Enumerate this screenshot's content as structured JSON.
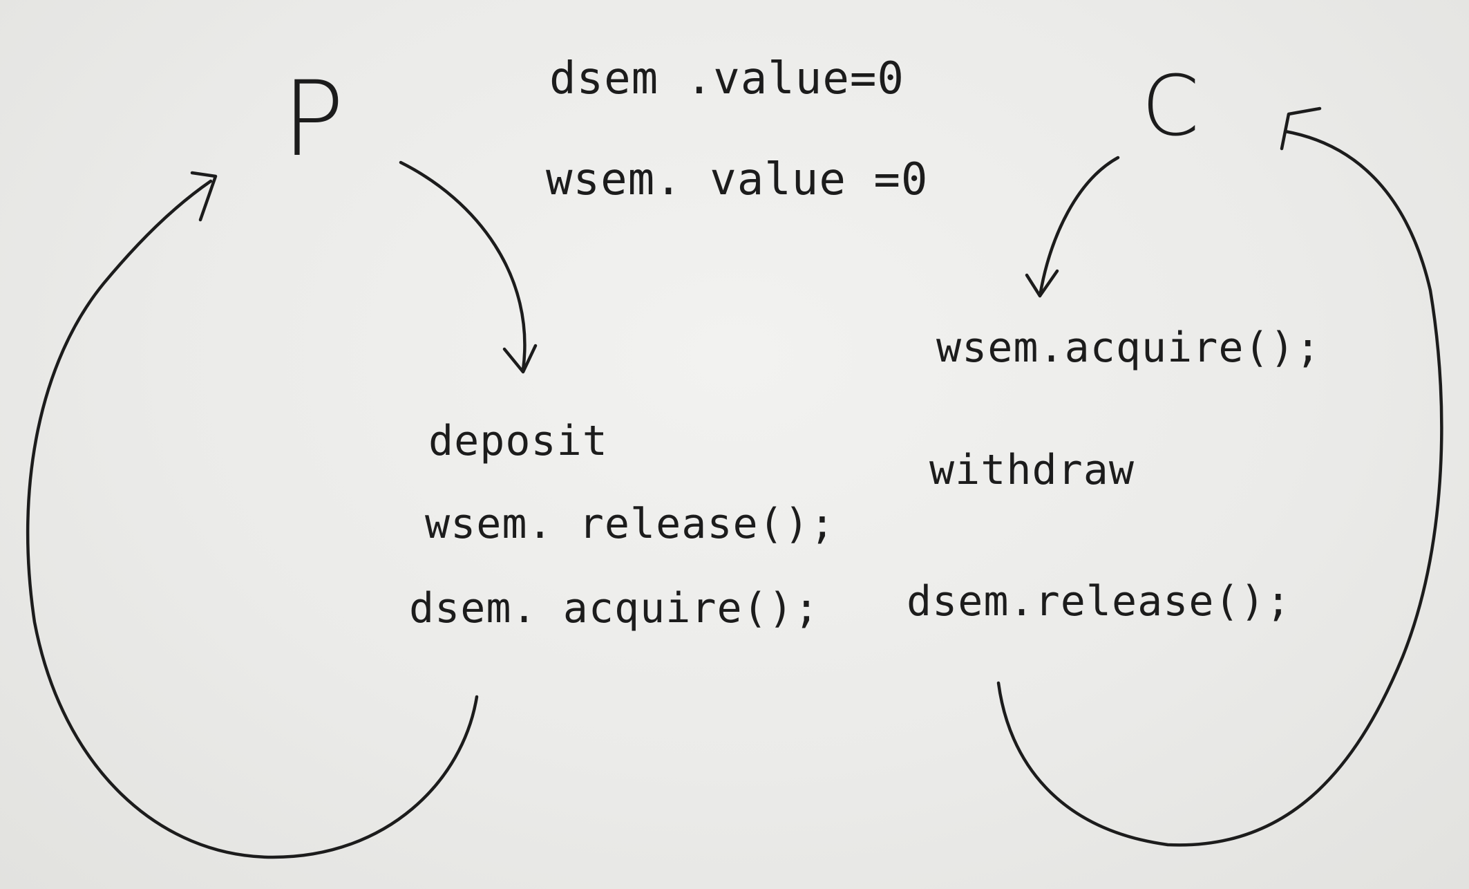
{
  "initial_values": [
    "dsem .value=0",
    "wsem. value =0"
  ],
  "producer": {
    "label": "P",
    "steps": [
      "deposit",
      "wsem. release();",
      "dsem. acquire();"
    ]
  },
  "consumer": {
    "label": "C",
    "steps": [
      "wsem.acquire();",
      "withdraw",
      "dsem.release();"
    ]
  },
  "colors": {
    "ink": "#1c1c1c",
    "paper": "#ebebe9"
  }
}
